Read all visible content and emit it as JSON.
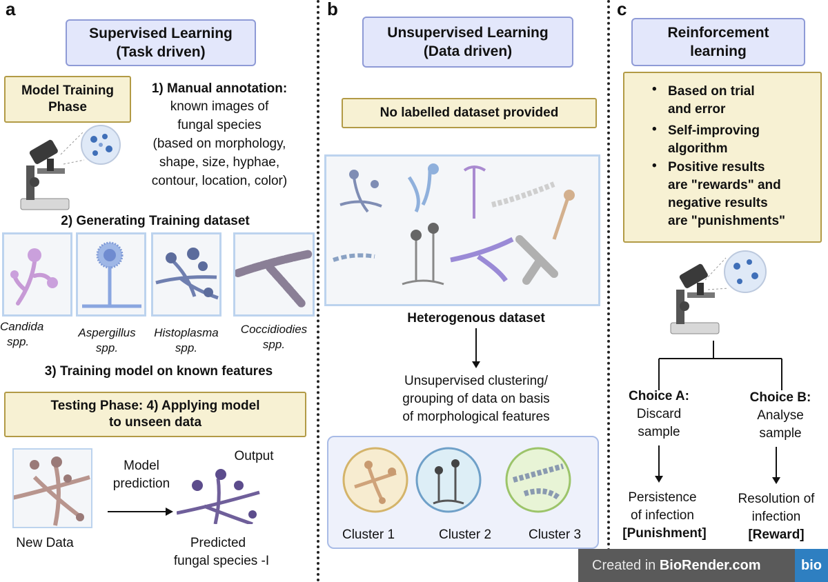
{
  "panels": {
    "a": {
      "letter": "a",
      "title_line1": "Supervised Learning",
      "title_line2": "(Task driven)",
      "training_box_line1": "Model Training",
      "training_box_line2": "Phase",
      "step1_heading": "1) Manual annotation:",
      "step1_lines": [
        "known images of",
        "fungal species",
        "(based on morphology,",
        "shape, size, hyphae,",
        "contour, location, color)"
      ],
      "step2_heading": "2) Generating Training dataset",
      "species": [
        {
          "name": "Candida",
          "suffix": "spp."
        },
        {
          "name": "Aspergillus",
          "suffix": "spp."
        },
        {
          "name": "Histoplasma",
          "suffix": "spp."
        },
        {
          "name": "Coccidiodies",
          "suffix": "spp."
        }
      ],
      "step3_heading": "3) Training model on known features",
      "testing_box_line1": "Testing Phase: 4) Applying model",
      "testing_box_line2": "to unseen data",
      "model_label_line1": "Model",
      "model_label_line2": "prediction",
      "output_label": "Output",
      "new_data_label": "New Data",
      "predicted_line1": "Predicted",
      "predicted_line2": "fungal species -I"
    },
    "b": {
      "letter": "b",
      "title_line1": "Unsupervised Learning",
      "title_line2": "(Data driven)",
      "no_label_box": "No labelled dataset provided",
      "dataset_caption": "Heterogenous dataset",
      "clustering_lines": [
        "Unsupervised clustering/",
        "grouping of data on basis",
        "of morphological features"
      ],
      "clusters": [
        "Cluster 1",
        "Cluster 2",
        "Cluster 3"
      ]
    },
    "c": {
      "letter": "c",
      "title_line1": "Reinforcement",
      "title_line2": "learning",
      "bullets": [
        {
          "line1": "Based on trial",
          "line2": "and error"
        },
        {
          "line1": "Self-improving",
          "line2": "algorithm"
        },
        {
          "line1": "Positive results",
          "line2": "are \"rewards\" and",
          "line3": "negative results",
          "line4": "are \"punishments\""
        }
      ],
      "choice_a": {
        "heading": "Choice A:",
        "line1": "Discard",
        "line2": "sample",
        "result1": "Persistence",
        "result2": "of infection",
        "tag": "[Punishment]"
      },
      "choice_b": {
        "heading": "Choice B:",
        "line1": "Analyse",
        "line2": "sample",
        "result1": "Resolution of",
        "result2": "infection",
        "tag": "[Reward]"
      }
    }
  },
  "watermark": {
    "prefix": "Created in ",
    "brand": "BioRender.com",
    "badge": "bio"
  },
  "colors": {
    "title_fill": "#e3e7fb",
    "title_border": "#8e9ad6",
    "yellow_fill": "#f7f1d3",
    "yellow_border": "#b29a45",
    "card_border": "#bcd3ee",
    "watermark_bg": "#5a5a5a",
    "badge_bg": "#2e7fc1"
  }
}
